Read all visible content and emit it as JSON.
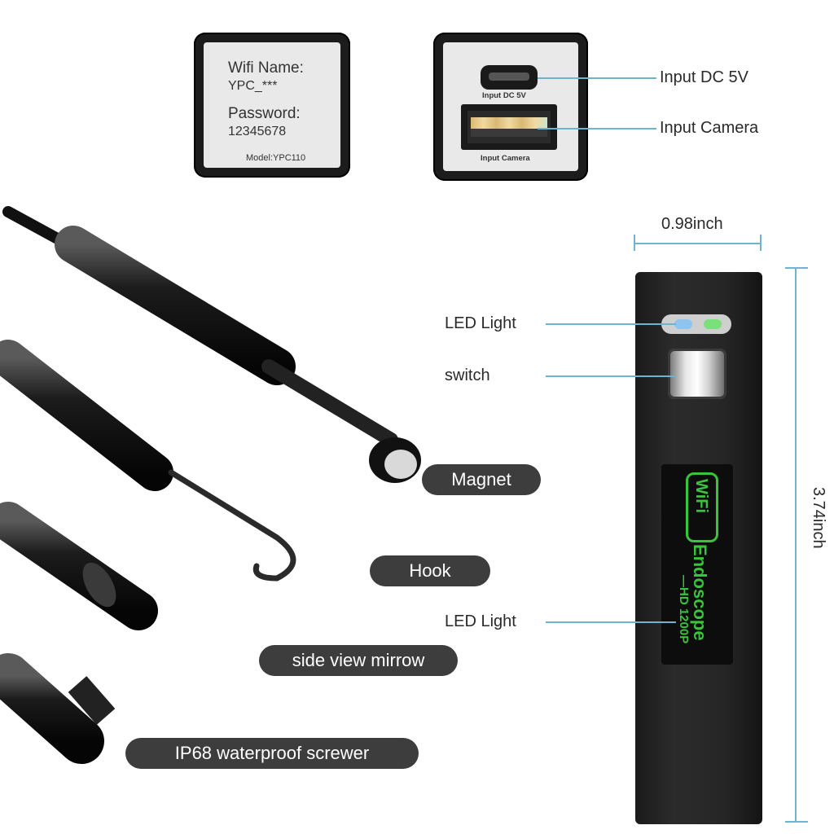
{
  "wifi_panel": {
    "name_label": "Wifi Name:",
    "name_value": "YPC_***",
    "password_label": "Password:",
    "password_value": "12345678",
    "model": "Model:YPC110"
  },
  "port_panel": {
    "dc_caption": "Input DC 5V",
    "camera_caption": "Input Camera"
  },
  "callouts": {
    "input_dc": "Input DC 5V",
    "input_camera": "Input Camera",
    "led_light_top": "LED Light",
    "switch": "switch",
    "led_light_bottom": "LED Light"
  },
  "dimensions": {
    "width": "0.98inch",
    "height": "3.74inch"
  },
  "device_badge": {
    "wifi": "WiFi",
    "brand": "Endoscope",
    "resolution": "—HD 1200P"
  },
  "attachments": [
    {
      "label": "Magnet"
    },
    {
      "label": "Hook"
    },
    {
      "label": "side view mirrow"
    },
    {
      "label": "IP68 waterproof screwer"
    }
  ],
  "colors": {
    "leader_line": "#6fb3cf",
    "badge_green": "#39c43c",
    "pill_bg": "#3d3d3d"
  }
}
